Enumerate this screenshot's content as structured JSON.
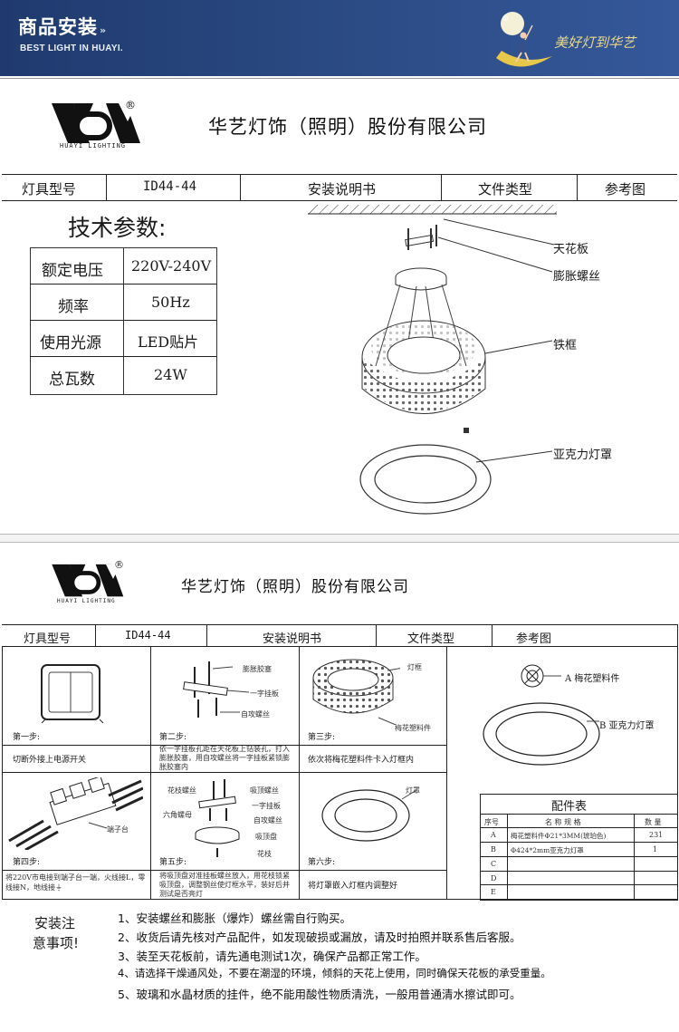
{
  "banner": {
    "title": "商品安装",
    "title_arrow": "»",
    "subtitle": "BEST LIGHT IN HUAYI.",
    "slogan": "美好灯到华艺"
  },
  "logo": {
    "caption": "HUAYI LIGHTING",
    "reg_mark": "®"
  },
  "sheet1": {
    "company": "华艺灯饰（照明）股份有限公司",
    "header_row": [
      "灯具型号",
      "ID44-44",
      "安装说明书",
      "文件类型",
      "参考图"
    ],
    "specs_title": "技术参数:",
    "specs": [
      {
        "label": "额定电压",
        "value": "220V-240V"
      },
      {
        "label": "频率",
        "value": "50Hz"
      },
      {
        "label": "使用光源",
        "value": "LED贴片"
      },
      {
        "label": "总瓦数",
        "value": "24W"
      }
    ],
    "callouts": [
      "天花板",
      "膨胀螺丝",
      "铁框",
      "亚克力灯罩"
    ]
  },
  "sheet2": {
    "company": "华艺灯饰（照明）股份有限公司",
    "header_row": [
      "灯具型号",
      "ID44-44",
      "安装说明书",
      "文件类型",
      "参考图"
    ],
    "steps": [
      {
        "label": "第一步:",
        "desc": "切断外接上电源开关"
      },
      {
        "label": "第二步:",
        "desc": "依一字挂板孔距在天花板上钻装孔，打入膨胀胶塞，用自攻螺丝将一字挂板紧锁膨胀胶塞内"
      },
      {
        "label": "第三步:",
        "desc": "依次将梅花塑料件卡入灯框内"
      },
      {
        "label": "第四步:",
        "desc": "将220V市电接到端子台一端，火线接L，零线接N，地线接⏚"
      },
      {
        "label": "第五步:",
        "desc": "将吸顶盘对准挂板螺丝放入，用花枝锁紧吸顶盘，调整钢丝使灯框水平，装好后并测试是否亮灯"
      },
      {
        "label": "第六步:",
        "desc": "将灯罩嵌入灯框内调整好"
      }
    ],
    "step2_labels": [
      "膨胀胶塞",
      "一字挂板",
      "自攻螺丝"
    ],
    "step3_labels": [
      "灯框",
      "梅花塑料件"
    ],
    "step4_labels": [
      "端子台"
    ],
    "step5_labels": [
      "吸顶螺丝",
      "花枝螺丝",
      "一字挂板",
      "六角螺母",
      "自攻螺丝",
      "吸顶盘",
      "花枝"
    ],
    "step6_labels": [
      "灯罩"
    ],
    "parts_callouts": [
      "A  梅花塑料件",
      "B  亚克力灯罩"
    ],
    "parts_table": {
      "title": "配件表",
      "headers": [
        "序号",
        "名 称 规 格",
        "数 量"
      ],
      "rows": [
        {
          "no": "A",
          "name": "梅花塑料件Φ21*3MM(琥珀色)",
          "qty": "231"
        },
        {
          "no": "B",
          "name": "Φ424*2mm亚克力灯罩",
          "qty": "1"
        },
        {
          "no": "C",
          "name": "",
          "qty": ""
        },
        {
          "no": "D",
          "name": "",
          "qty": ""
        },
        {
          "no": "E",
          "name": "",
          "qty": ""
        }
      ]
    },
    "notes_title_1": "安装注",
    "notes_title_2": "意事项!",
    "notes": [
      "1、安装螺丝和膨胀（爆炸）螺丝需自行购买。",
      "2、收货后请先核对产品配件，如发现破损或漏放，请及时拍照并联系售后客服。",
      "3、装至天花板前，请先通电测试1次，确保产品都正常工作。",
      "4、请选择干燥通风处，不要在潮湿的环境，倾斜的天花上使用，同时确保天花板的承受重量。",
      "5、玻璃和水晶材质的挂件，绝不能用酸性物质清洗，一般用普通清水擦试即可。"
    ]
  }
}
